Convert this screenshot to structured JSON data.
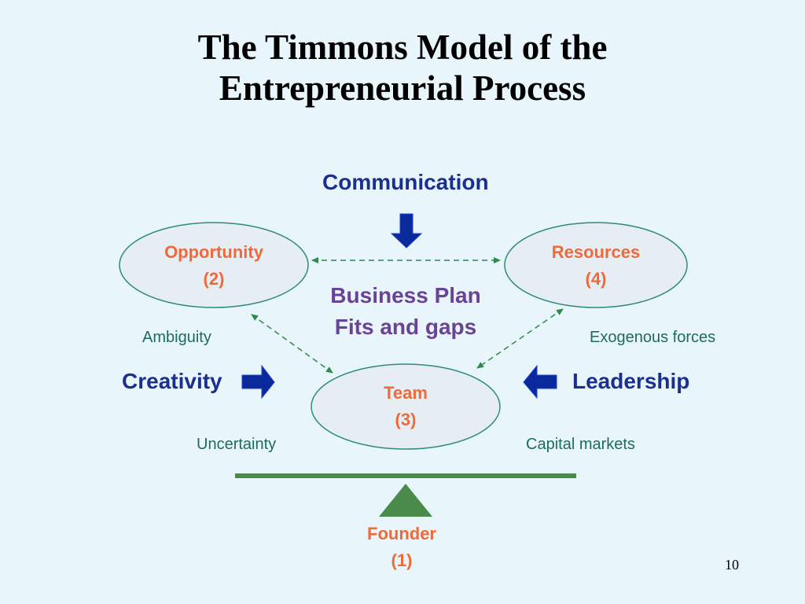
{
  "slide": {
    "title_line1": "The Timmons Model of the",
    "title_line2": "Entrepreneurial Process",
    "page_number": "10"
  },
  "forces": {
    "communication": "Communication",
    "creativity": "Creativity",
    "leadership": "Leadership"
  },
  "nodes": {
    "opportunity": {
      "label": "Opportunity",
      "number": "(2)"
    },
    "resources": {
      "label": "Resources",
      "number": "(4)"
    },
    "team": {
      "label": "Team",
      "number": "(3)"
    },
    "founder": {
      "label": "Founder",
      "number": "(1)"
    }
  },
  "center": {
    "line1": "Business Plan",
    "line2": "Fits and gaps"
  },
  "factors": {
    "ambiguity": "Ambiguity",
    "exogenous": "Exogenous forces",
    "uncertainty": "Uncertainty",
    "capital_markets": "Capital markets"
  },
  "colors": {
    "background": "#e8f6fb",
    "ellipse_fill": "#e7eef3",
    "ellipse_stroke": "#2e8a7a",
    "arrow_blue": "#0a2a9c",
    "balance_green": "#4a8a4a",
    "node_label": "#ef6a3a",
    "center_text": "#6a4296",
    "force_text": "#1b2f8f",
    "factor_text": "#1f6b5a"
  }
}
